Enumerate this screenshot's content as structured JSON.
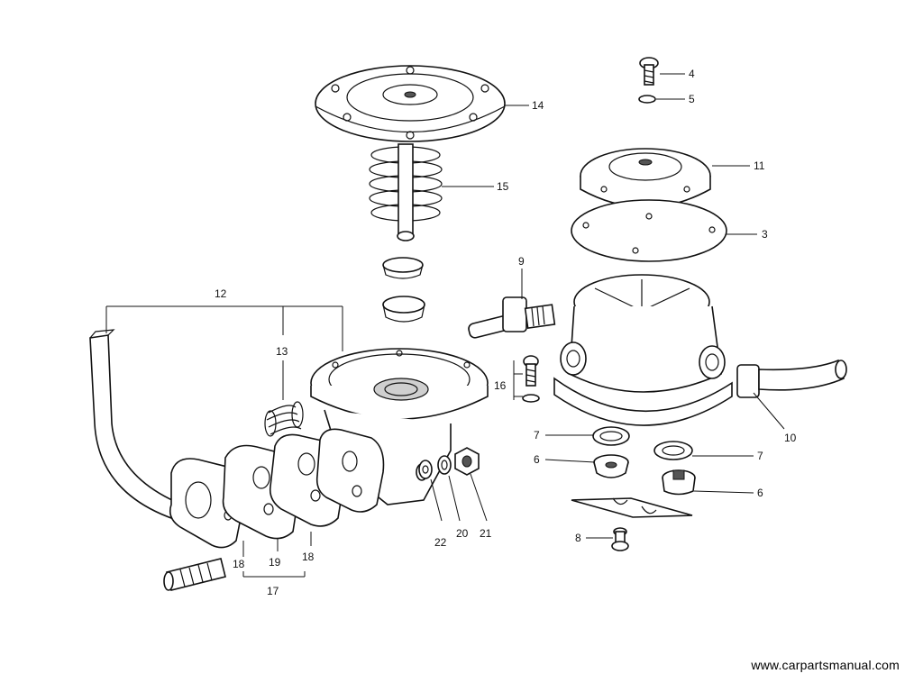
{
  "callouts": {
    "c3": "3",
    "c4": "4",
    "c5": "5",
    "c6a": "6",
    "c6b": "6",
    "c7a": "7",
    "c7b": "7",
    "c8": "8",
    "c9": "9",
    "c10": "10",
    "c11": "11",
    "c12": "12",
    "c13": "13",
    "c14": "14",
    "c15": "15",
    "c16": "16",
    "c17": "17",
    "c18a": "18",
    "c18b": "18",
    "c19": "19",
    "c20": "20",
    "c21": "21",
    "c22": "22"
  },
  "watermark": "www.carpartsmanual.com"
}
